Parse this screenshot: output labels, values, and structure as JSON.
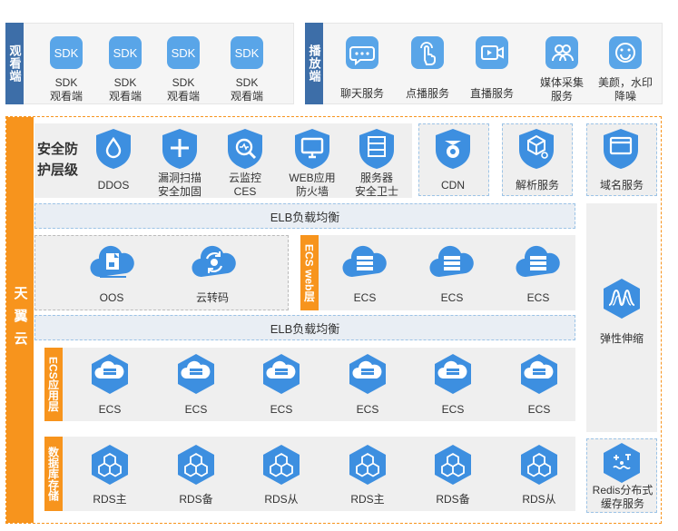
{
  "top": {
    "viewer_label": "观看端",
    "sdk_items": [
      {
        "tile": "SDK",
        "label": "SDK\n观看端"
      },
      {
        "tile": "SDK",
        "label": "SDK\n观看端"
      },
      {
        "tile": "SDK",
        "label": "SDK\n观看端"
      },
      {
        "tile": "SDK",
        "label": "SDK\n观看端"
      }
    ],
    "player_label": "播放端",
    "player_items": [
      {
        "icon": "chat-icon",
        "label": "聊天服务"
      },
      {
        "icon": "touch-icon",
        "label": "点播服务"
      },
      {
        "icon": "video-icon",
        "label": "直播服务"
      },
      {
        "icon": "users-icon",
        "label": "媒体采集\n服务"
      },
      {
        "icon": "smile-icon",
        "label": "美颜，水印\n降噪"
      }
    ]
  },
  "cloud": {
    "side_label": "天翼云",
    "security": {
      "title": "安全防\n护层级",
      "items": [
        {
          "icon": "drop-icon",
          "label": "DDOS"
        },
        {
          "icon": "plus-icon",
          "label": "漏洞扫描\n安全加固"
        },
        {
          "icon": "monitor-search-icon",
          "label": "云监控\nCES"
        },
        {
          "icon": "monitor-icon",
          "label": "WEB应用\n防火墙"
        },
        {
          "icon": "server-icon",
          "label": "服务器\n安全卫士"
        }
      ]
    },
    "right_services": [
      {
        "icon": "cdn-icon",
        "label": "CDN"
      },
      {
        "icon": "cube-icon",
        "label": "解析服务"
      },
      {
        "icon": "window-icon",
        "label": "域名服务"
      }
    ],
    "elb_1": "ELB负载均衡",
    "storage": [
      {
        "icon": "oos-cloud-icon",
        "label": "OOS"
      },
      {
        "icon": "transcode-cloud-icon",
        "label": "云转码"
      }
    ],
    "web_layer": {
      "label": "ECS web层",
      "items": [
        {
          "icon": "ecs-cloud-icon",
          "label": "ECS"
        },
        {
          "icon": "ecs-cloud-icon",
          "label": "ECS"
        },
        {
          "icon": "ecs-cloud-icon",
          "label": "ECS"
        }
      ]
    },
    "elb_2": "ELB负载均衡",
    "app_layer": {
      "label": "ECS应用层",
      "items": [
        {
          "icon": "ecs-hex-icon",
          "label": "ECS"
        },
        {
          "icon": "ecs-hex-icon",
          "label": "ECS"
        },
        {
          "icon": "ecs-hex-icon",
          "label": "ECS"
        },
        {
          "icon": "ecs-hex-icon",
          "label": "ECS"
        },
        {
          "icon": "ecs-hex-icon",
          "label": "ECS"
        },
        {
          "icon": "ecs-hex-icon",
          "label": "ECS"
        }
      ]
    },
    "elastic": {
      "icon": "wave-hex-icon",
      "label": "弹性伸缩"
    },
    "db_layer": {
      "label": "数据库存储",
      "items": [
        {
          "icon": "rds-hex-icon",
          "label": "RDS主"
        },
        {
          "icon": "rds-hex-icon",
          "label": "RDS备"
        },
        {
          "icon": "rds-hex-icon",
          "label": "RDS从"
        },
        {
          "icon": "rds-hex-icon",
          "label": "RDS主"
        },
        {
          "icon": "rds-hex-icon",
          "label": "RDS备"
        },
        {
          "icon": "rds-hex-icon",
          "label": "RDS从"
        }
      ]
    },
    "redis": {
      "icon": "redis-hex-icon",
      "label": "Redis分布式\n缓存服务"
    }
  }
}
